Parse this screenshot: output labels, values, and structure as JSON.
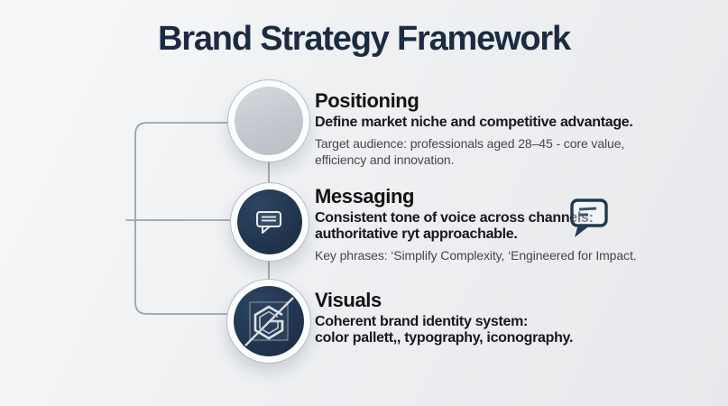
{
  "title": "Brand Strategy Framework",
  "colors": {
    "background_start": "#f7f8f9",
    "background_end": "#e7e9ec",
    "title_navy": "#1c2b42",
    "node_navy": "#22364e",
    "node_gray": "#c7cbd1",
    "connector_gray": "#9aa3ab",
    "silver": "#d9dce0"
  },
  "sections": [
    {
      "id": "positioning",
      "heading": "Positioning",
      "bold_lines": [
        "Define market niche and competitive advantage."
      ],
      "secondary_lines": [
        "Target audience: professionals aged 28–45 - core value,",
        "efficiency and innovation."
      ],
      "node_icon": "gray-disc-icon"
    },
    {
      "id": "messaging",
      "heading": "Messaging",
      "bold_lines": [
        "Consistent tone of voice across channels:",
        "authoritative ryt approachable."
      ],
      "secondary_lines": [
        "Key phrases: ‘Simplify Complexity, ‘Engineered for Impact."
      ],
      "node_icon": "speech-bubble-icon",
      "inline_icon": "speech-bubble-outline-icon"
    },
    {
      "id": "visuals",
      "heading": "Visuals",
      "bold_lines": [
        "Coherent brand identity system:",
        "color pallett,, typography, iconography."
      ],
      "secondary_lines": [],
      "node_icon": "hexagon-g-logo-icon"
    }
  ]
}
